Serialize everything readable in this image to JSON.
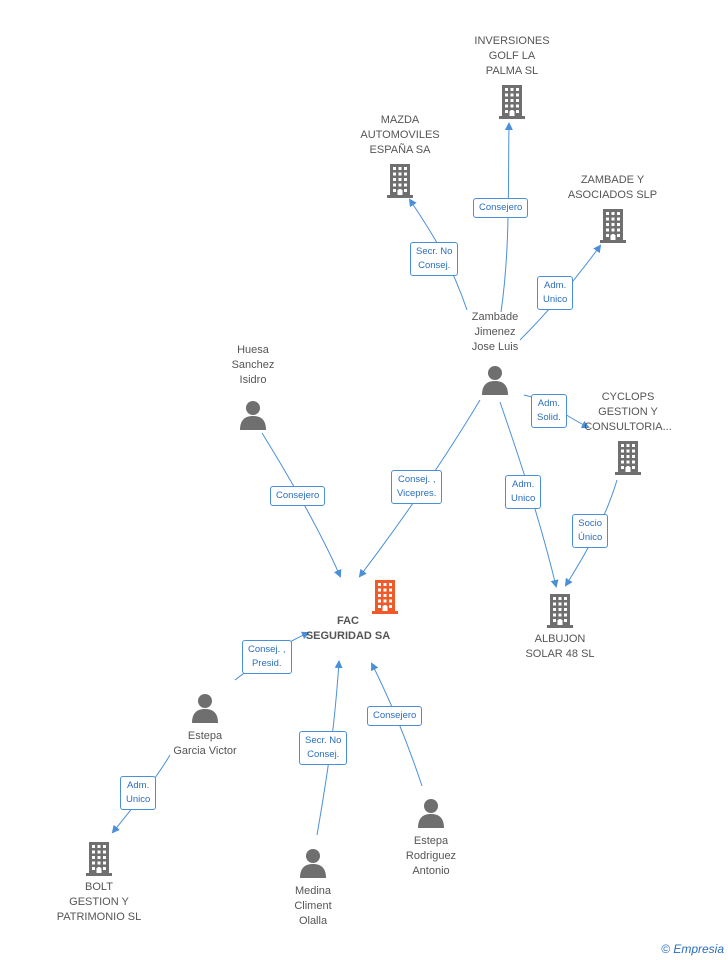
{
  "nodes": {
    "fac": {
      "label": "FAC\nSEGURIDAD SA",
      "kind": "company",
      "highlight": true
    },
    "inversiones": {
      "label": "INVERSIONES\nGOLF LA\nPALMA SL",
      "kind": "company"
    },
    "mazda": {
      "label": "MAZDA\nAUTOMOVILES\nESPAÑA SA",
      "kind": "company"
    },
    "zambade_asoc": {
      "label": "ZAMBADE Y\nASOCIADOS  SLP",
      "kind": "company"
    },
    "cyclops": {
      "label": "CYCLOPS\nGESTION Y\nCONSULTORIA...",
      "kind": "company"
    },
    "albujon": {
      "label": "ALBUJON\nSOLAR 48 SL",
      "kind": "company"
    },
    "bolt": {
      "label": "BOLT\nGESTION Y\nPATRIMONIO  SL",
      "kind": "company"
    },
    "zambade_jose": {
      "label": "Zambade\nJimenez\nJose Luis",
      "kind": "person"
    },
    "huesa": {
      "label": "Huesa\nSanchez\nIsidro",
      "kind": "person"
    },
    "estepa_garcia": {
      "label": "Estepa\nGarcia Victor",
      "kind": "person"
    },
    "medina": {
      "label": "Medina\nCliment\nOlalla",
      "kind": "person"
    },
    "estepa_rodriguez": {
      "label": "Estepa\nRodriguez\nAntonio",
      "kind": "person"
    }
  },
  "edges": [
    {
      "from": "zambade_jose",
      "to": "inversiones",
      "label": "Consejero"
    },
    {
      "from": "zambade_jose",
      "to": "mazda",
      "label": "Secr.  No\nConsej."
    },
    {
      "from": "zambade_jose",
      "to": "zambade_asoc",
      "label": "Adm.\nUnico"
    },
    {
      "from": "zambade_jose",
      "to": "cyclops",
      "label": "Adm.\nSolid."
    },
    {
      "from": "zambade_jose",
      "to": "albujon",
      "label": "Adm.\nUnico"
    },
    {
      "from": "cyclops",
      "to": "albujon",
      "label": "Socio\nÚnico"
    },
    {
      "from": "zambade_jose",
      "to": "fac",
      "label": "Consej. ,\nVicepres."
    },
    {
      "from": "huesa",
      "to": "fac",
      "label": "Consejero"
    },
    {
      "from": "estepa_garcia",
      "to": "fac",
      "label": "Consej. ,\nPresid."
    },
    {
      "from": "estepa_garcia",
      "to": "bolt",
      "label": "Adm.\nUnico"
    },
    {
      "from": "medina",
      "to": "fac",
      "label": "Secr.  No\nConsej."
    },
    {
      "from": "estepa_rodriguez",
      "to": "fac",
      "label": "Consejero"
    }
  ],
  "colors": {
    "edge": "#4a90d9",
    "icon": "#6f6f6f",
    "highlight": "#f05a28",
    "badge_text": "#2a6ebd"
  },
  "footer": {
    "copyright_symbol": "©",
    "brand": "Empresia"
  }
}
